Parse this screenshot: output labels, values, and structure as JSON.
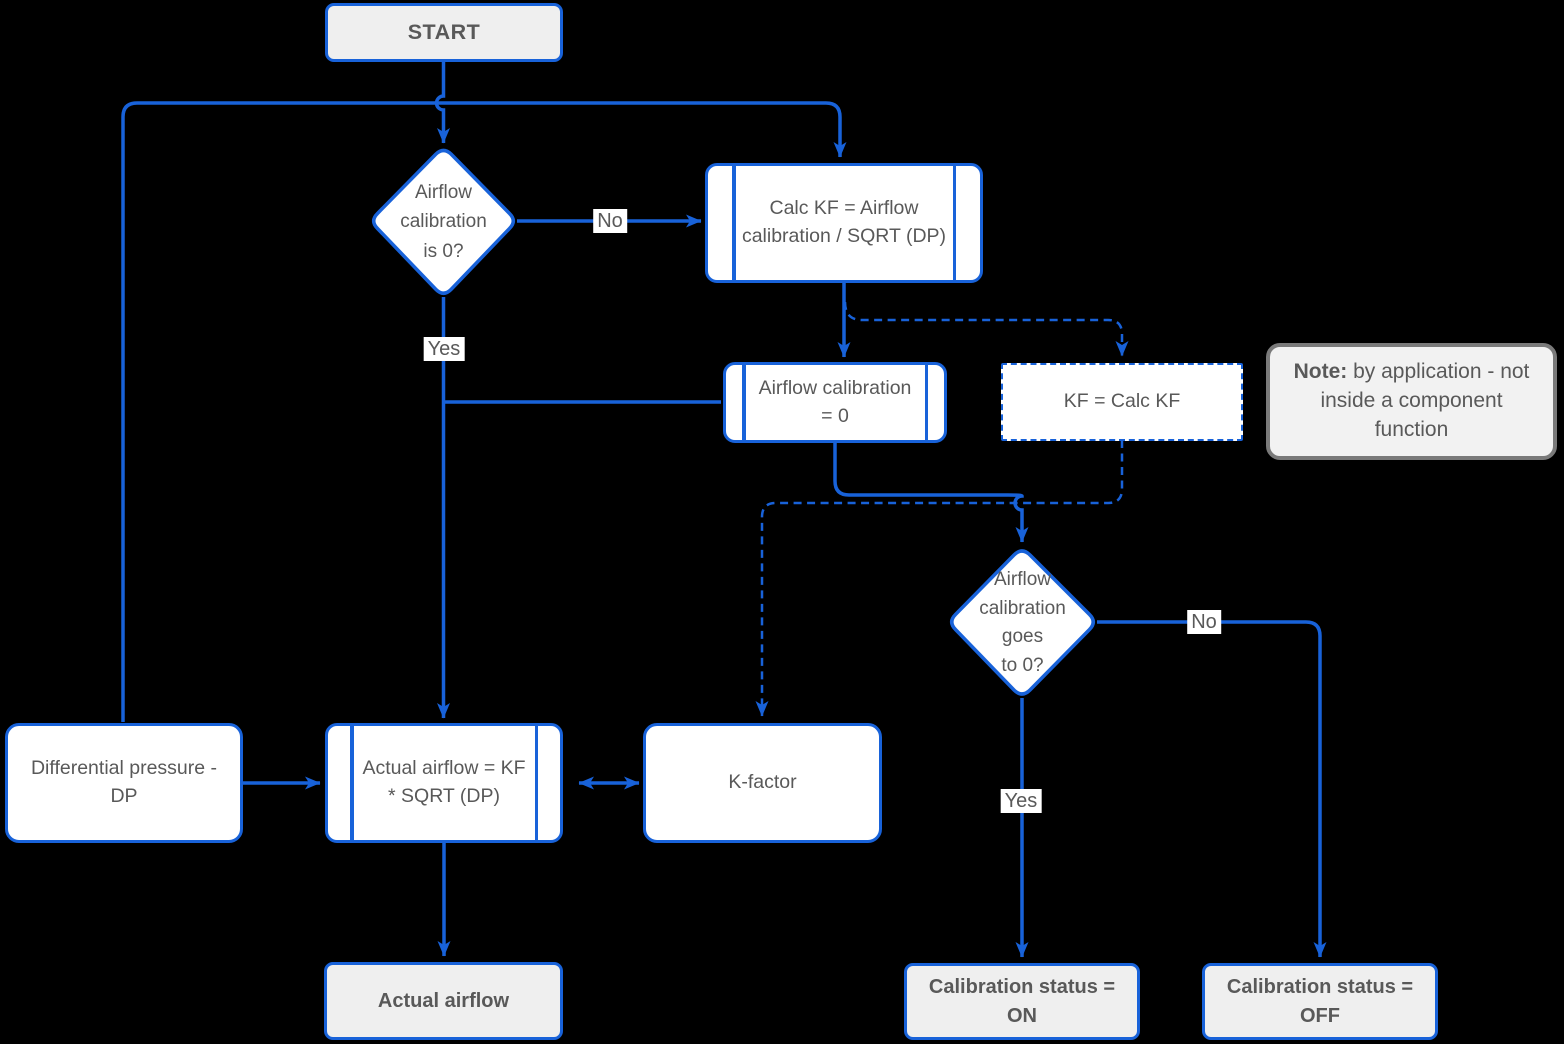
{
  "colors": {
    "line": "#1862d9",
    "text": "#595959",
    "terminal_fill": "#efefef",
    "process_fill": "#ffffff",
    "note_border": "#7a7a7a",
    "note_fill": "#f2f2f2",
    "background": "#000000"
  },
  "nodes": {
    "start": {
      "label": "START"
    },
    "decision_is_zero": {
      "label": "Airflow\ncalibration\nis 0?"
    },
    "calc_kf": {
      "label": "Calc KF = Airflow calibration / SQRT (DP)"
    },
    "airflow_calibration_zero": {
      "label": "Airflow calibration = 0"
    },
    "kf_assign": {
      "label": "KF = Calc KF"
    },
    "note": {
      "label": "Note:",
      "text": " by application - not inside a component function"
    },
    "decision_goes_zero": {
      "label": "Airflow\ncalibration\ngoes\nto 0?"
    },
    "differential_pressure": {
      "label": "Differential pressure - DP"
    },
    "actual_airflow_calc": {
      "label": "Actual airflow = KF * SQRT (DP)"
    },
    "k_factor": {
      "label": "K-factor"
    },
    "actual_airflow_result": {
      "label": "Actual airflow"
    },
    "calibration_on": {
      "label": "Calibration status = ON"
    },
    "calibration_off": {
      "label": "Calibration status = OFF"
    }
  },
  "edge_labels": {
    "no_1": "No",
    "yes_1": "Yes",
    "no_2": "No",
    "yes_2": "Yes"
  }
}
